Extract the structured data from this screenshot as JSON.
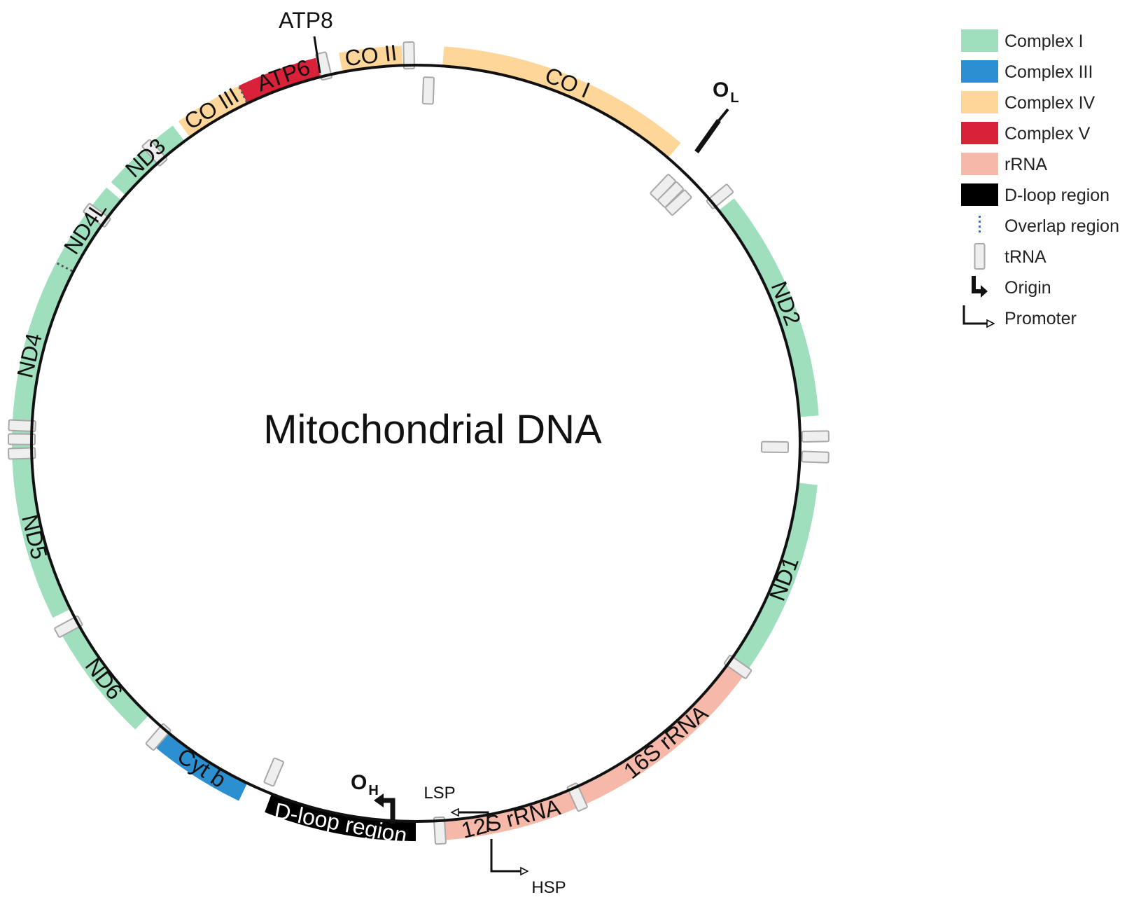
{
  "title": "Mitochondrial DNA",
  "colors": {
    "complex_i": "#9fdfbd",
    "complex_iii": "#2b8fd0",
    "complex_iv": "#ffd699",
    "complex_v": "#d9213a",
    "rrna": "#f6b9a9",
    "dloop": "#000000",
    "overlap": "#4a6fb5",
    "trna_fill": "#efefef",
    "trna_stroke": "#a8a8a8"
  },
  "legend": [
    {
      "key": "complex_i",
      "label": "Complex I",
      "kind": "swatch"
    },
    {
      "key": "complex_iii",
      "label": "Complex III",
      "kind": "swatch"
    },
    {
      "key": "complex_iv",
      "label": "Complex IV",
      "kind": "swatch"
    },
    {
      "key": "complex_v",
      "label": "Complex V",
      "kind": "swatch"
    },
    {
      "key": "rrna",
      "label": "rRNA",
      "kind": "swatch"
    },
    {
      "key": "dloop",
      "label": "D-loop region",
      "kind": "swatch"
    },
    {
      "key": "overlap",
      "label": "Overlap region",
      "kind": "dots"
    },
    {
      "key": "trna",
      "label": "tRNA",
      "kind": "trna"
    },
    {
      "key": "origin",
      "label": "Origin",
      "kind": "origin"
    },
    {
      "key": "promoter",
      "label": "Promoter",
      "kind": "promoter"
    }
  ],
  "genes": [
    {
      "name": "co-i",
      "label": "CO I",
      "color": "complex_iv",
      "from": 4,
      "to": 41
    },
    {
      "name": "nd2",
      "label": "ND2",
      "color": "complex_i",
      "from": 52,
      "to": 86
    },
    {
      "name": "nd1",
      "label": "ND1",
      "color": "complex_i",
      "from": 96,
      "to": 125
    },
    {
      "name": "16s-rrna",
      "label": "16S rRNA",
      "color": "rrna",
      "from": 125,
      "to": 156
    },
    {
      "name": "12s-rrna",
      "label": "12S rRNA",
      "color": "rrna",
      "from": 156,
      "to": 176
    },
    {
      "name": "d-loop-region",
      "label": "D-loop region",
      "color": "dloop",
      "from": 180,
      "to": 202
    },
    {
      "name": "cyt-b",
      "label": "Cyt b",
      "color": "complex_iii",
      "from": 206,
      "to": 220
    },
    {
      "name": "nd6",
      "label": "ND6",
      "color": "complex_i",
      "from": 224,
      "to": 241
    },
    {
      "name": "nd5",
      "label": "ND5",
      "color": "complex_i",
      "from": 244,
      "to": 268
    },
    {
      "name": "nd4",
      "label": "ND4",
      "color": "complex_i",
      "from": 269,
      "to": 297
    },
    {
      "name": "nd4l",
      "label": "ND4L",
      "color": "complex_i",
      "from": 297,
      "to": 310
    },
    {
      "name": "nd3",
      "label": "ND3",
      "color": "complex_i",
      "from": 311,
      "to": 323
    },
    {
      "name": "co-iii",
      "label": "CO III",
      "color": "complex_iv",
      "from": 324,
      "to": 334
    },
    {
      "name": "atp6",
      "label": "ATP6",
      "color": "complex_v",
      "from": 334,
      "to": 347
    },
    {
      "name": "co-ii",
      "label": "CO II",
      "color": "complex_iv",
      "from": 349,
      "to": 358
    }
  ],
  "atp8_label": "ATP8",
  "origins": {
    "oh_label": "O",
    "oh_sub": "H",
    "ol_label": "O",
    "ol_sub": "L"
  },
  "promoters": {
    "lsp_label": "LSP",
    "hsp_label": "HSP"
  }
}
